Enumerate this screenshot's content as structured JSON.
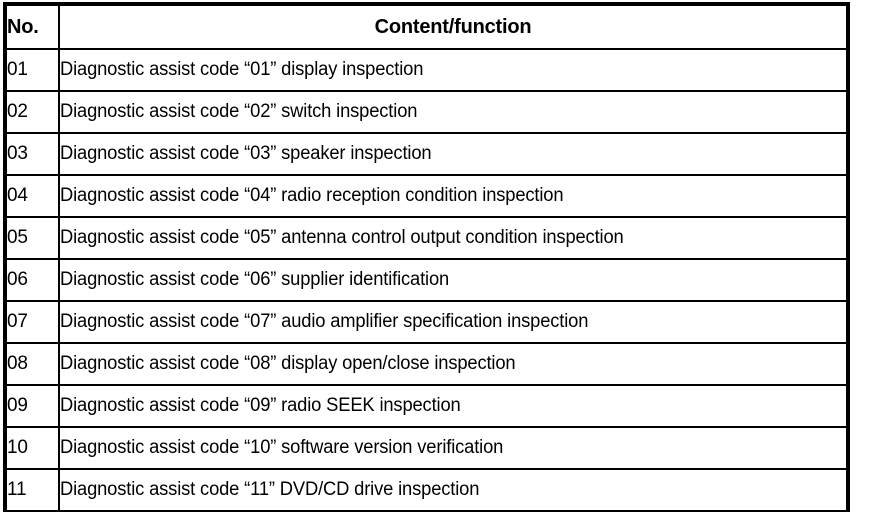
{
  "document": {
    "type": "table",
    "background_color": "#ffffff",
    "text_color": "#000000",
    "border_color": "#000000"
  },
  "table": {
    "columns": [
      {
        "key": "no",
        "header": "No."
      },
      {
        "key": "content",
        "header": "Content/function"
      }
    ],
    "rows": [
      {
        "no": "01",
        "content": "Diagnostic assist code “01” display inspection"
      },
      {
        "no": "02",
        "content": "Diagnostic assist code “02” switch inspection"
      },
      {
        "no": "03",
        "content": "Diagnostic assist code “03” speaker inspection"
      },
      {
        "no": "04",
        "content": "Diagnostic assist code “04” radio reception condition inspection"
      },
      {
        "no": "05",
        "content": "Diagnostic assist code “05” antenna control output condition inspection"
      },
      {
        "no": "06",
        "content": "Diagnostic assist code “06” supplier identification"
      },
      {
        "no": "07",
        "content": "Diagnostic assist code “07” audio amplifier specification inspection"
      },
      {
        "no": "08",
        "content": "Diagnostic assist code “08” display open/close inspection"
      },
      {
        "no": "09",
        "content": "Diagnostic assist code “09” radio SEEK inspection"
      },
      {
        "no": "10",
        "content": "Diagnostic assist code “10” software version verification"
      },
      {
        "no": "11",
        "content": "Diagnostic assist code “11” DVD/CD drive inspection"
      }
    ]
  }
}
